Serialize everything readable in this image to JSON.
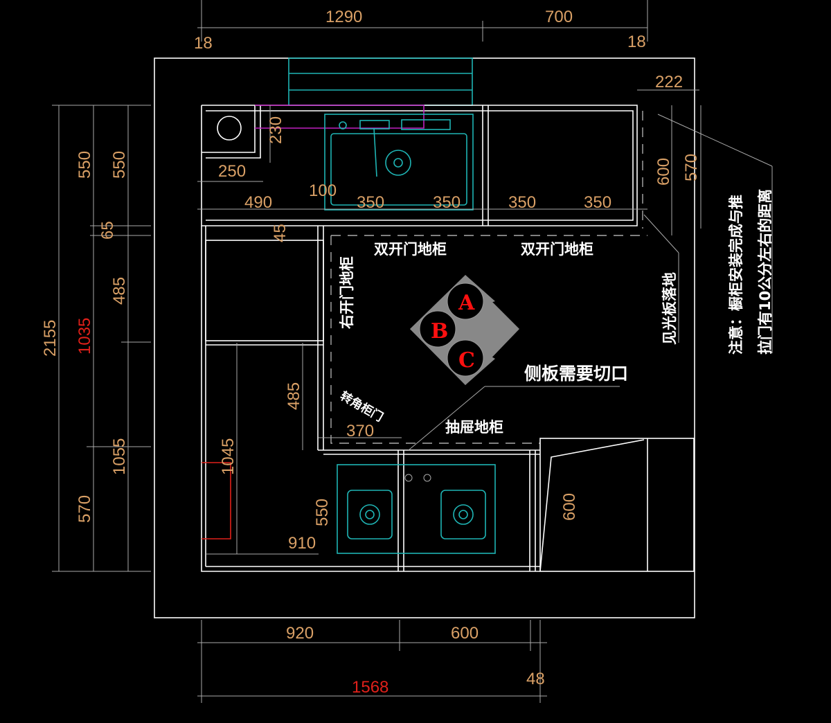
{
  "dimensions": {
    "top": [
      "1290",
      "700",
      "18",
      "18",
      "222"
    ],
    "left": [
      "2155",
      "1035",
      "550",
      "550",
      "65",
      "485",
      "1055",
      "570"
    ],
    "inner": [
      "230",
      "250",
      "490",
      "100",
      "350",
      "350",
      "350",
      "350",
      "45",
      "600",
      "570",
      "485",
      "1045",
      "370",
      "550",
      "910",
      "600"
    ],
    "bottom": [
      "920",
      "600",
      "1568",
      "48"
    ]
  },
  "labels": {
    "double_door_1": "双开门地柜",
    "double_door_2": "双开门地柜",
    "right_door": "右开门地柜",
    "corner_door": "转角柜门",
    "drawer": "抽屉地柜",
    "side_panel_note": "侧板需要切口",
    "visible_panel": "见光板落地",
    "note_line1": "注意：橱柜安装完成与推",
    "note_line2": "拉门有10公分左右的距离"
  },
  "markers": [
    "A",
    "B",
    "C"
  ],
  "colors": {
    "dimension": "#d9a066",
    "highlight": "#e0201a",
    "fixture": "#1fb5b5",
    "pipe": "#c020c0",
    "line": "#ffffff"
  }
}
